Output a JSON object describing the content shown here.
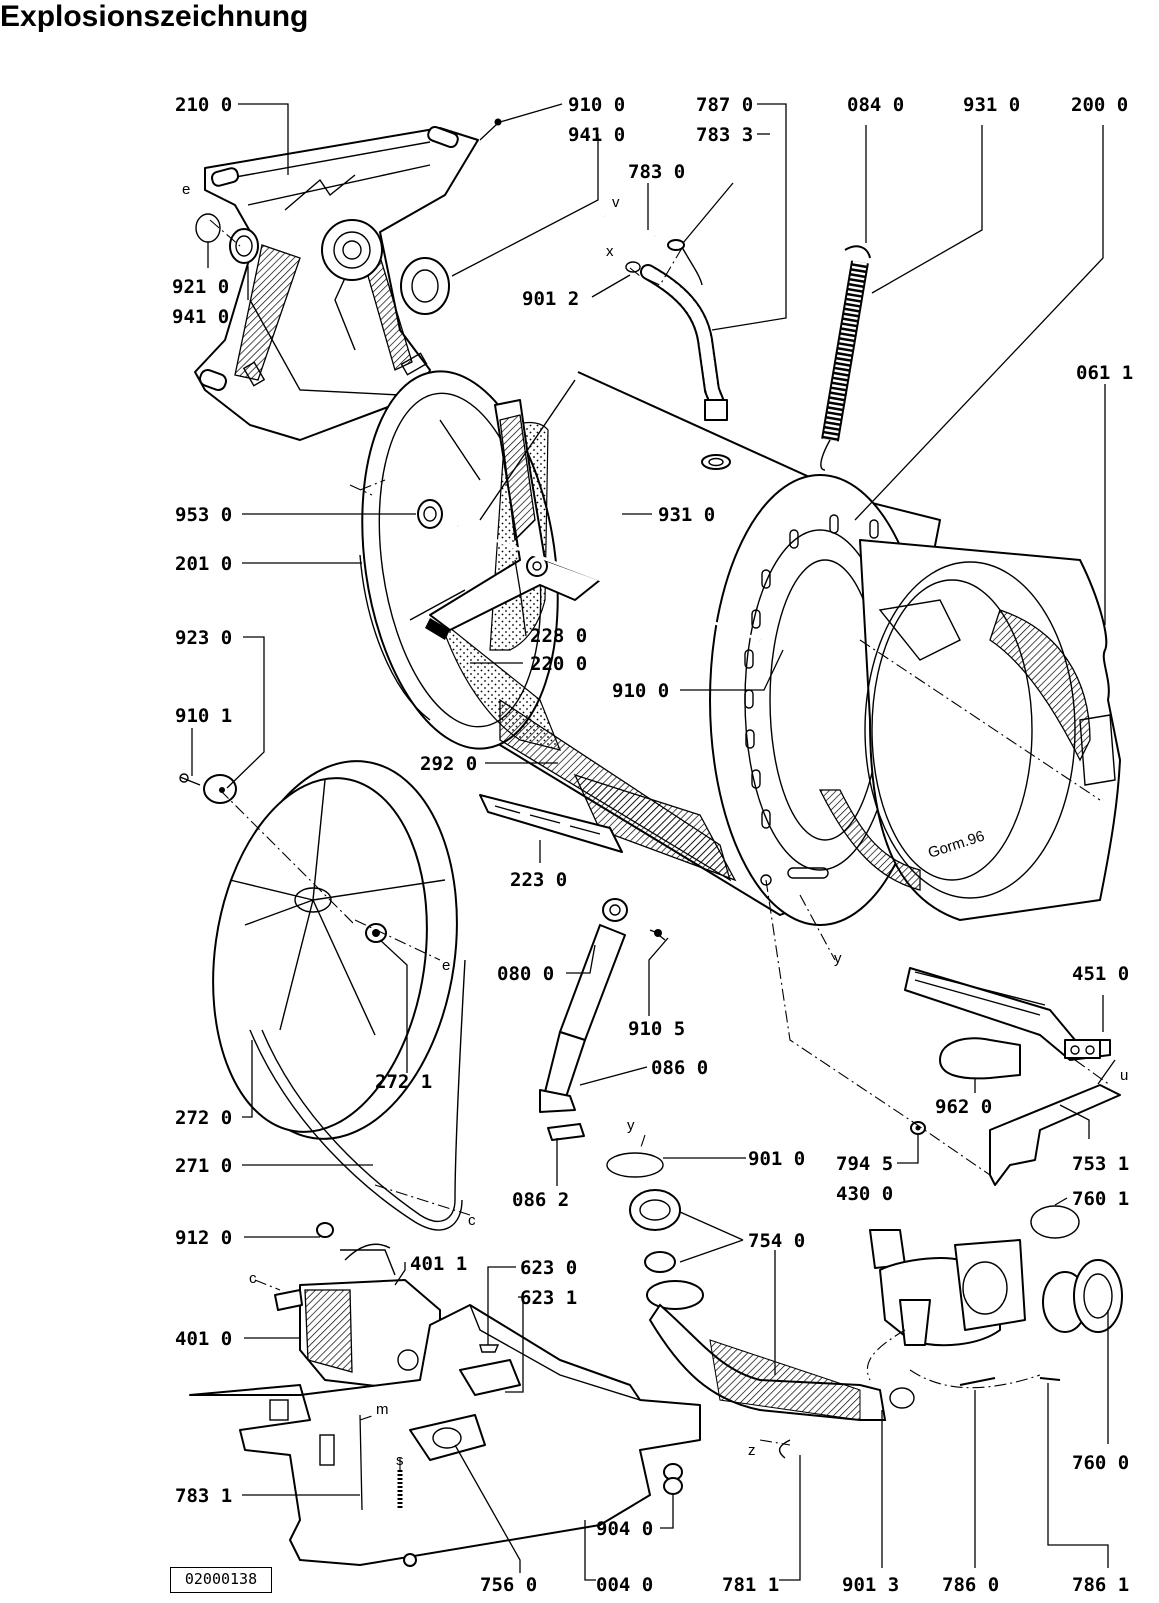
{
  "title": "Explosionszeichnung",
  "doc_number": "02000138",
  "signature": "Gorm.96",
  "parts": [
    {
      "id": "p2100",
      "label": "210 0"
    },
    {
      "id": "p9100a",
      "label": "910 0"
    },
    {
      "id": "p9410a",
      "label": "941 0"
    },
    {
      "id": "p7870",
      "label": "787 0"
    },
    {
      "id": "p7833",
      "label": "783 3"
    },
    {
      "id": "p7830",
      "label": "783 0"
    },
    {
      "id": "p0840",
      "label": "084 0"
    },
    {
      "id": "p9310a",
      "label": "931 0"
    },
    {
      "id": "p2000",
      "label": "200 0"
    },
    {
      "id": "p9210",
      "label": "921 0"
    },
    {
      "id": "p9410b",
      "label": "941 0"
    },
    {
      "id": "p9012",
      "label": "901 2"
    },
    {
      "id": "p0611",
      "label": "061 1"
    },
    {
      "id": "p9530",
      "label": "953 0"
    },
    {
      "id": "p9310b",
      "label": "931 0"
    },
    {
      "id": "p2010",
      "label": "201 0"
    },
    {
      "id": "p9230",
      "label": "923 0"
    },
    {
      "id": "p2280",
      "label": "228 0"
    },
    {
      "id": "p2200",
      "label": "220 0"
    },
    {
      "id": "p9100b",
      "label": "910 0"
    },
    {
      "id": "p9101",
      "label": "910 1"
    },
    {
      "id": "p2920",
      "label": "292 0"
    },
    {
      "id": "p2230",
      "label": "223 0"
    },
    {
      "id": "p0800",
      "label": "080 0"
    },
    {
      "id": "p4510",
      "label": "451 0"
    },
    {
      "id": "p9105",
      "label": "910 5"
    },
    {
      "id": "p2721",
      "label": "272 1"
    },
    {
      "id": "p0860",
      "label": "086 0"
    },
    {
      "id": "p9620",
      "label": "962 0"
    },
    {
      "id": "p2720",
      "label": "272 0"
    },
    {
      "id": "p2710",
      "label": "271 0"
    },
    {
      "id": "p0862",
      "label": "086 2"
    },
    {
      "id": "p9010",
      "label": "901 0"
    },
    {
      "id": "p7945",
      "label": "794 5"
    },
    {
      "id": "p4300",
      "label": "430 0"
    },
    {
      "id": "p7531",
      "label": "753 1"
    },
    {
      "id": "p7601",
      "label": "760 1"
    },
    {
      "id": "p9120",
      "label": "912 0"
    },
    {
      "id": "p4011",
      "label": "401 1"
    },
    {
      "id": "p6230",
      "label": "623 0"
    },
    {
      "id": "p6231",
      "label": "623 1"
    },
    {
      "id": "p7540",
      "label": "754 0"
    },
    {
      "id": "p4010",
      "label": "401 0"
    },
    {
      "id": "p7600",
      "label": "760 0"
    },
    {
      "id": "p7831",
      "label": "783 1"
    },
    {
      "id": "p9040",
      "label": "904 0"
    },
    {
      "id": "p7560",
      "label": "756 0"
    },
    {
      "id": "p0040",
      "label": "004 0"
    },
    {
      "id": "p7811",
      "label": "781 1"
    },
    {
      "id": "p9013",
      "label": "901 3"
    },
    {
      "id": "p7860",
      "label": "786 0"
    },
    {
      "id": "p7861",
      "label": "786 1"
    }
  ],
  "markers": [
    {
      "id": "m-e1",
      "label": "e"
    },
    {
      "id": "m-v",
      "label": "v"
    },
    {
      "id": "m-x",
      "label": "x"
    },
    {
      "id": "m-y1",
      "label": "y"
    },
    {
      "id": "m-e2",
      "label": "e"
    },
    {
      "id": "m-c1",
      "label": "c"
    },
    {
      "id": "m-u",
      "label": "u"
    },
    {
      "id": "m-y2",
      "label": "y"
    },
    {
      "id": "m-c2",
      "label": "c"
    },
    {
      "id": "m-m",
      "label": "m"
    },
    {
      "id": "m-s",
      "label": "s"
    },
    {
      "id": "m-z",
      "label": "z"
    }
  ]
}
